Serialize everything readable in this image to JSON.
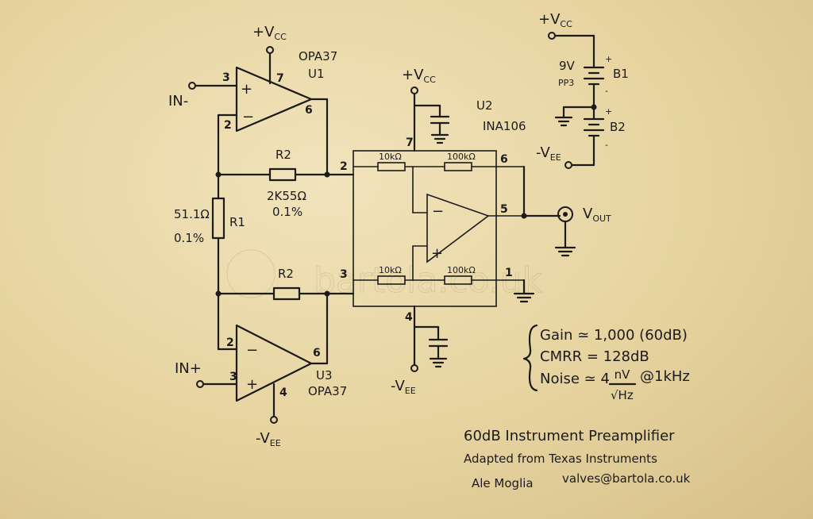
{
  "watermark": "bartola.co.uk",
  "u1": {
    "ref": "U1",
    "part": "OPA37",
    "pin_noninv": "3",
    "pin_inv": "2",
    "pin_out": "6",
    "pin_vcc": "7",
    "vcc": "+V",
    "vcc_sub": "CC"
  },
  "u3": {
    "ref": "U3",
    "part": "OPA37",
    "pin_inv": "2",
    "pin_noninv": "3",
    "pin_out": "6",
    "pin_vee": "4",
    "vee": "-V",
    "vee_sub": "EE"
  },
  "u2": {
    "ref": "U2",
    "part": "INA106",
    "pin_in_top": "2",
    "pin_in_bot": "3",
    "pin_vcc": "7",
    "pin_vee": "4",
    "pin_out": "5",
    "pin_sense": "6",
    "pin_ref": "1",
    "r_top_in": "10kΩ",
    "r_top_fb": "100kΩ",
    "r_bot_in": "10kΩ",
    "r_bot_fb": "100kΩ",
    "vcc": "+V",
    "vcc_sub": "CC",
    "vee": "-V",
    "vee_sub": "EE"
  },
  "r1": {
    "ref": "R1",
    "value": "51.1Ω",
    "tol": "0.1%"
  },
  "r2_top": {
    "ref": "R2",
    "value": "2K55Ω",
    "tol": "0.1%"
  },
  "r2_bot": {
    "ref": "R2"
  },
  "inputs": {
    "in_minus": "IN-",
    "in_plus": "IN+"
  },
  "output": {
    "label": "V",
    "label_sub": "OUT"
  },
  "supply": {
    "vcc": "+V",
    "vcc_sub": "CC",
    "vee": "-V",
    "vee_sub": "EE",
    "b1": "B1",
    "b2": "B2",
    "battery": "9V",
    "battery_type": "PP3",
    "plus": "+",
    "minus": "-"
  },
  "specs": {
    "gain": "Gain ≃ 1,000 (60dB)",
    "cmrr": "CMRR = 128dB",
    "noise": "Noise ≃ 4",
    "noise_unit": "nV",
    "noise_den": "√Hz",
    "noise_freq": "@1kHz"
  },
  "title": "60dB Instrument Preamplifier",
  "credit_line": "Adapted from Texas Instruments",
  "author": "Ale Moglia",
  "email": "valves@bartola.co.uk",
  "op_signs": {
    "plus": "+",
    "minus": "−"
  }
}
